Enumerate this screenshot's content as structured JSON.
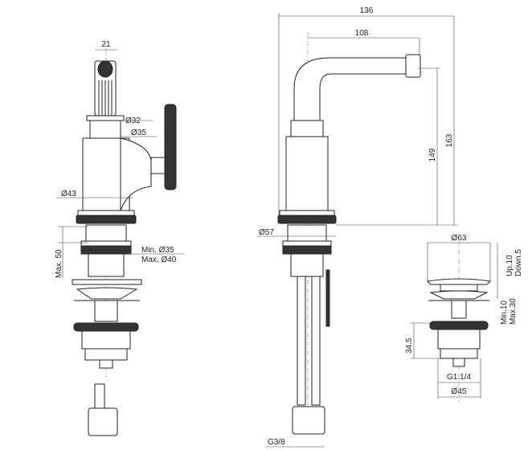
{
  "title": "Bidet mixer technical drawing",
  "front_view": {
    "handle_width": "21",
    "collar_diameter": "Ø32",
    "body_upper_diameter": "Ø35",
    "body_diameter": "Ø43",
    "max_deck_thickness": "Max. 50",
    "hole_min": "Min. Ø35",
    "hole_max": "Max. Ø40"
  },
  "side_view": {
    "overall_reach": "136",
    "spout_reach": "108",
    "spout_height": "149",
    "overall_height": "163",
    "base_diameter": "Ø57",
    "connection": "G3/8"
  },
  "waste_view": {
    "cap_diameter": "Ø63",
    "stroke_up": "Up.10",
    "stroke_down": "Down.5",
    "deck_min": "Min.10",
    "deck_max": "Max.30",
    "body_height": "34.5",
    "thread": "G1.1/4",
    "body_diameter": "Ø45"
  }
}
